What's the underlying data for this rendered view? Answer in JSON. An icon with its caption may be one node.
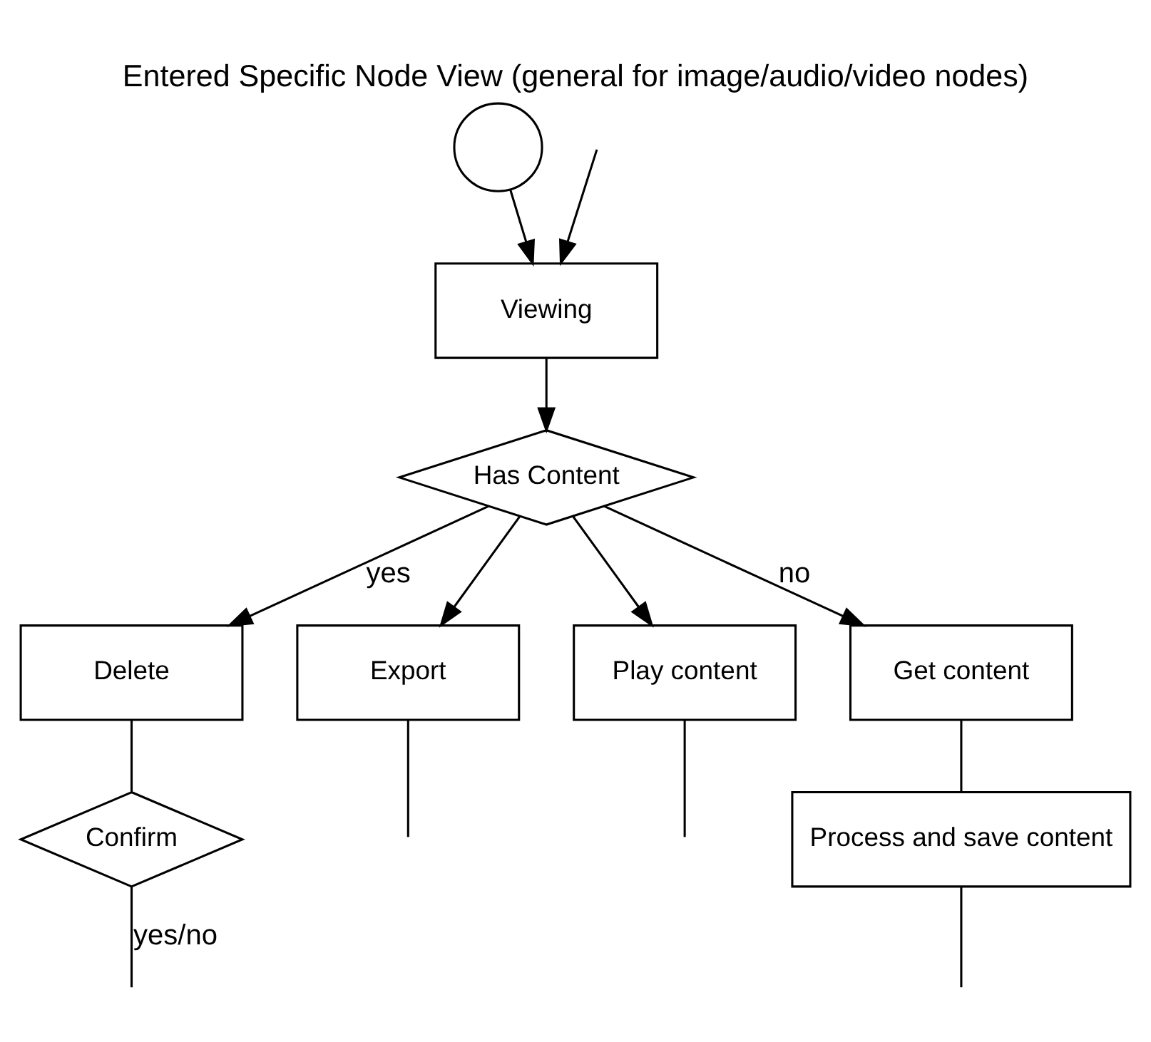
{
  "diagram": {
    "title": "Entered Specific Node View (general for image/audio/video nodes)",
    "nodes": [
      {
        "text": [],
        "shape": "circle"
      },
      {
        "text": [
          "Viewing"
        ]
      },
      {
        "text": [
          "Has Content"
        ]
      },
      {
        "text": [
          "Delete"
        ]
      },
      {
        "text": [
          "Export"
        ]
      },
      {
        "text": [
          "Play content"
        ]
      },
      {
        "text": [
          "Get content"
        ]
      },
      {
        "text": [
          "Confirm"
        ]
      },
      {
        "text": [
          "Process and save content"
        ]
      }
    ],
    "edges": [
      {
        "from": 0,
        "to": 1,
        "arrow": "to"
      },
      {
        "from": null,
        "to": 1,
        "arrow": "to"
      },
      {
        "from": 1,
        "to": 2,
        "arrow": "to"
      },
      {
        "from": 2,
        "to": 3,
        "arrow": "to",
        "label": "yes"
      },
      {
        "from": 2,
        "to": 4,
        "arrow": "to"
      },
      {
        "from": 2,
        "to": 5,
        "arrow": "to"
      },
      {
        "from": 2,
        "to": 6,
        "arrow": "to",
        "label": "no"
      },
      {
        "from": 3,
        "to": 7,
        "arrow": "none"
      },
      {
        "from": 7,
        "to": null,
        "arrow": "none",
        "label": "yes/no"
      },
      {
        "from": 4,
        "to": null,
        "arrow": "none"
      },
      {
        "from": 5,
        "to": null,
        "arrow": "none"
      },
      {
        "from": 6,
        "to": 8,
        "arrow": "none"
      },
      {
        "from": 8,
        "to": null,
        "arrow": "none"
      }
    ]
  }
}
